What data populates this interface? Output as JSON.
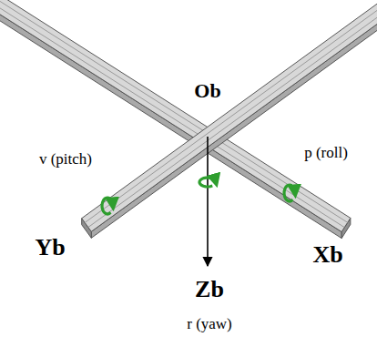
{
  "diagram": {
    "labels": [
      "Ob",
      "v (pitch)",
      "p (roll)",
      "Yb",
      "Xb",
      "Zb",
      "r (yaw)"
    ]
  }
}
